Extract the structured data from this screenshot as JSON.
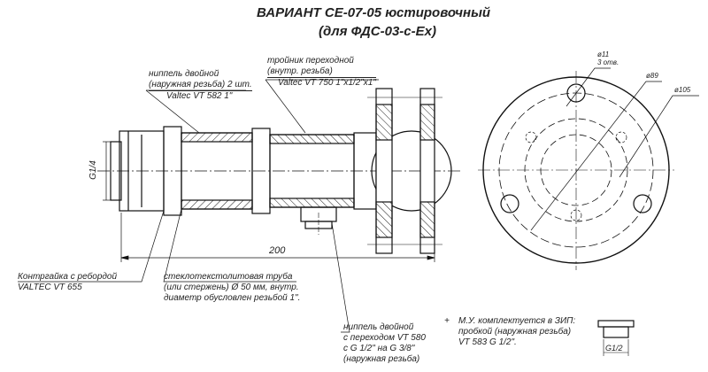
{
  "title": {
    "line1": "ВАРИАНТ  СЕ-07-05 юстировочный",
    "line2": "(для ФДС-03-с-Ex)"
  },
  "callouts": {
    "nipple_double": {
      "line1": "ниппель двойной",
      "line2": "(наружная резьба) 2 шт.",
      "line3": "Valtec VT 582  1\""
    },
    "tee": {
      "line1": "тройник переходной",
      "line2": "(внутр. резьба)",
      "line3": "Valtec VT 750  1\"x1/2\"x1\""
    },
    "locknut": {
      "line1": "Контргайка с ребордой",
      "line2": "VALTEC VT 655"
    },
    "tube": {
      "line1": "стеклотекстолитовая труба",
      "line2": "(или стержень) Ø 50 мм, внутр.",
      "line3": "диаметр обусловлен резьбой 1\"."
    },
    "nipple_adapter": {
      "line1": "ниппель двойной",
      "line2": "с переходом  VT 580",
      "line3": "с G 1/2\" на G 3/8\"",
      "line4": "(наружная резьба)"
    },
    "plus": "+",
    "spare": {
      "line1": "М.У. комплектуется в ЗИП:",
      "line2": "пробкой (наружная резьба)",
      "line3": "VT 583 G 1/2\"."
    }
  },
  "dimensions": {
    "length": "200",
    "thread_left": "G1/4",
    "plug_thread": "G1/2",
    "hole_dia": "ø11",
    "hole_count": "3 отв.",
    "bolt_circle": "ø89",
    "outer_dia": "ø105"
  }
}
